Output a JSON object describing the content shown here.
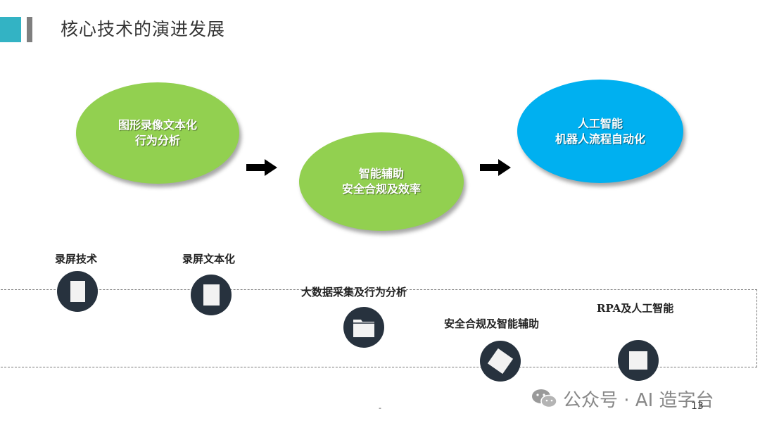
{
  "header": {
    "title": "核心技术的演进发展",
    "accent_color": "#33b3c4",
    "bar_color": "#7f7f7f"
  },
  "stages": [
    {
      "line1": "图形录像文本化",
      "line2": "行为分析",
      "color": "#92d050"
    },
    {
      "line1": "智能辅助",
      "line2": "安全合规及效率",
      "color": "#92d050"
    },
    {
      "line1": "人工智能",
      "line2": "机器人流程自动化",
      "color": "#00b0f0"
    }
  ],
  "arrows": [
    "arrow-right-icon",
    "arrow-right-icon"
  ],
  "timeline": {
    "milestones": [
      {
        "label": "录屏技术",
        "icon": "document-icon"
      },
      {
        "label": "录屏文本化",
        "icon": "document-icon"
      },
      {
        "label": "大数据采集及行为分析",
        "icon": "folder-icon"
      },
      {
        "label": "安全合规及智能辅助",
        "icon": "diamond-icon"
      },
      {
        "label": "RPA及人工智能",
        "icon": "square-icon"
      }
    ],
    "circle_color": "#27323e"
  },
  "footer": {
    "dash": "-",
    "watermark": "公众号 · AI 造字台",
    "page_number": "13"
  }
}
